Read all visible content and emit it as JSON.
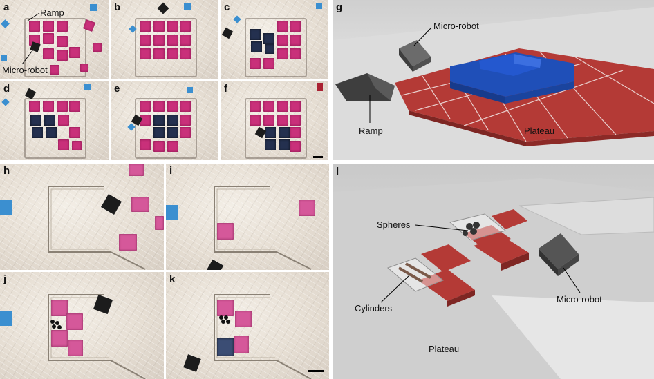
{
  "labels": {
    "a": "a",
    "b": "b",
    "c": "c",
    "d": "d",
    "e": "e",
    "f": "f",
    "g": "g",
    "h": "h",
    "i": "i",
    "j": "j",
    "k": "k",
    "l": "l"
  },
  "annotations": {
    "a_ramp": "Ramp",
    "a_microrobot": "Micro-robot",
    "g_microrobot": "Micro-robot",
    "g_ramp": "Ramp",
    "g_plateau": "Plateau",
    "l_spheres": "Spheres",
    "l_cylinders": "Cylinders",
    "l_microrobot": "Micro-robot",
    "l_plateau": "Plateau"
  },
  "colors": {
    "magenta_tile": "#c9307a",
    "dark_tile": "#24304f",
    "plateau_red": "#b43a36",
    "plateau_blue": "#1f4fb8",
    "robot_grey": "#555555"
  }
}
